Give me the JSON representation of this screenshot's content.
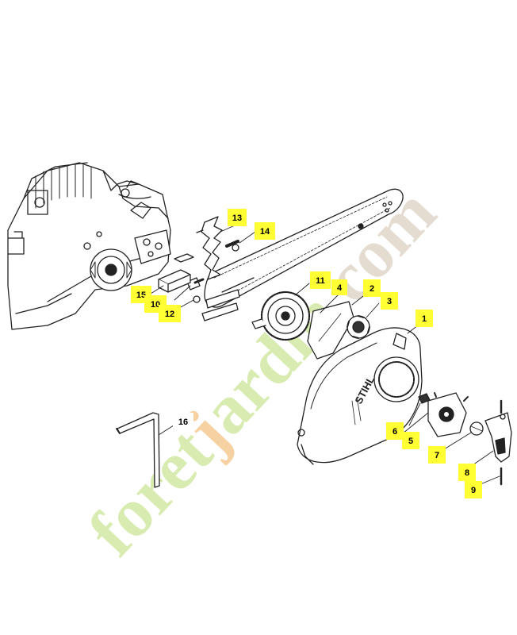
{
  "watermark": {
    "parts": [
      {
        "text": "foret",
        "color": "#d8ebb0"
      },
      {
        "text": "j",
        "color": "#f6d2a2"
      },
      {
        "text": "ardin",
        "color": "#d8ebb0"
      },
      {
        "text": ".com",
        "color": "#e4dcd0"
      }
    ]
  },
  "callouts": [
    {
      "id": "1",
      "label": "1"
    },
    {
      "id": "2",
      "label": "2"
    },
    {
      "id": "3",
      "label": "3"
    },
    {
      "id": "4",
      "label": "4"
    },
    {
      "id": "5",
      "label": "5"
    },
    {
      "id": "6",
      "label": "6"
    },
    {
      "id": "7",
      "label": "7"
    },
    {
      "id": "8",
      "label": "8"
    },
    {
      "id": "9",
      "label": "9"
    },
    {
      "id": "10",
      "label": "10"
    },
    {
      "id": "11",
      "label": "11"
    },
    {
      "id": "12",
      "label": "12"
    },
    {
      "id": "13",
      "label": "13"
    },
    {
      "id": "14",
      "label": "14"
    },
    {
      "id": "15",
      "label": "15"
    },
    {
      "id": "16",
      "label": "16"
    }
  ],
  "brand_mark": "STIHL",
  "colors": {
    "callout_highlight": "#ffff33",
    "line": "#222222"
  }
}
